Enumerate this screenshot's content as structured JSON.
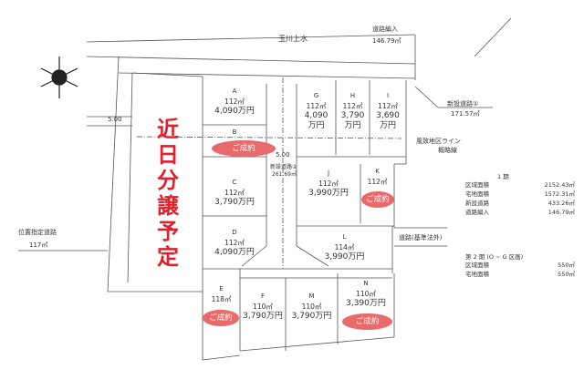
{
  "labels": {
    "canal": "玉川上水",
    "road_incorp": "道路編入",
    "road_incorp_area": "146.79㎡",
    "new_road1": "新設道路①",
    "new_road1_area": "171.57㎡",
    "scenic": "風致地区ライン",
    "scenic_sub": "概略線",
    "new_road2": "新設道路②",
    "new_road2_area": "261.69㎡",
    "designated_road": "位置指定道路",
    "designated_road_area": "117㎡",
    "road_non_std": "道路(基準法外)",
    "width_5": "5.00",
    "road_width": "5.00",
    "coming_soon": "近日分譲予定",
    "sold": "ご成約"
  },
  "lots": [
    {
      "id": "A",
      "area": "112㎡",
      "price": "4,090万円",
      "sold": false
    },
    {
      "id": "B",
      "area": "",
      "price": "",
      "sold": true
    },
    {
      "id": "C",
      "area": "112㎡",
      "price": "3,790万円",
      "sold": false
    },
    {
      "id": "D",
      "area": "112㎡",
      "price": "4,090万円",
      "sold": false
    },
    {
      "id": "E",
      "area": "118㎡",
      "price": "",
      "sold": true
    },
    {
      "id": "F",
      "area": "110㎡",
      "price": "3,790万円",
      "sold": false
    },
    {
      "id": "M",
      "area": "110㎡",
      "price": "3,790万円",
      "sold": false
    },
    {
      "id": "N",
      "area": "110㎡",
      "price": "3,390万円",
      "sold": true
    },
    {
      "id": "L",
      "area": "114㎡",
      "price": "3,990万円",
      "sold": false
    },
    {
      "id": "J",
      "area": "112㎡",
      "price": "3,990万円",
      "sold": false
    },
    {
      "id": "K",
      "area": "112㎡",
      "price": "",
      "sold": true
    },
    {
      "id": "G",
      "area": "112㎡",
      "price": "4,090",
      "price2": "万円",
      "sold": false
    },
    {
      "id": "H",
      "area": "112㎡",
      "price": "3,790",
      "price2": "万円",
      "sold": false
    },
    {
      "id": "I",
      "area": "112㎡",
      "price": "3,690",
      "price2": "万円",
      "sold": false
    }
  ],
  "summary": {
    "phase1": {
      "title": "1 期",
      "rows": [
        {
          "k": "区域面積",
          "v": "2152.43㎡"
        },
        {
          "k": "宅地面積",
          "v": "1572.31㎡"
        },
        {
          "k": "新設道路",
          "v": "433.26㎡"
        },
        {
          "k": "道路編入",
          "v": "146.79㎡"
        }
      ]
    },
    "phase2": {
      "title": "第 2 期 (O ~ G 区画)",
      "rows": [
        {
          "k": "区域面積",
          "v": "550㎡"
        },
        {
          "k": "宅地面積",
          "v": "550㎡"
        }
      ]
    }
  }
}
